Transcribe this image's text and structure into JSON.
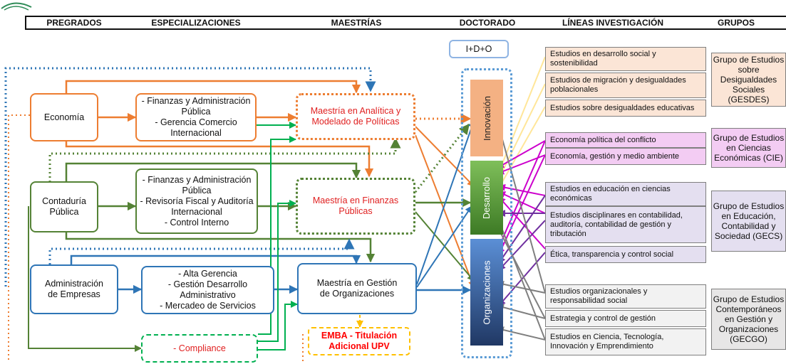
{
  "headers": {
    "pregrados": "PREGRADOS",
    "especializaciones": "ESPECIALIZACIONES",
    "maestrias": "MAESTRÍAS",
    "doctorado": "DOCTORADO",
    "lineas": "LÍNEAS INVESTIGACIÓN",
    "grupos": "GRUPOS"
  },
  "pregrados": {
    "economia": "Economía",
    "contaduria": "Contaduría\nPública",
    "administracion": "Administración\nde Empresas"
  },
  "especializaciones": {
    "economia": "- Finanzas y Administración\nPública\n- Gerencia Comercio\nInternacional",
    "contaduria": "- Finanzas y Administración\nPública\n- Revisoría Fiscal y Auditoría\nInternacional\n- Control Interno",
    "administracion": "- Alta Gerencia\n- Gestión Desarrollo\nAdministrativo\n- Mercadeo de Servicios",
    "compliance": "- Compliance"
  },
  "maestrias": {
    "analitica": "Maestría en Analítica y\nModelado de Políticas",
    "finanzas": "Maestría en Finanzas\nPúblicas",
    "gestion": "Maestría en Gestión\nde Organizaciones",
    "emba": "EMBA - Titulación\nAdicional UPV"
  },
  "doctorado": {
    "idi": "I+D+O",
    "innovacion": "Innovación",
    "desarrollo": "Desarrollo",
    "organizaciones": "Organizaciones"
  },
  "lineas": [
    "Estudios en desarrollo social y\nsostenibilidad",
    "Estudios de migración y desigualdades\npoblacionales",
    "Estudios sobre desigualdades educativas",
    "Economía política del conflicto",
    "Economía, gestión y medio ambiente",
    "Estudios en educación en ciencias\neconómicas",
    "Estudios disciplinares en contabilidad,\nauditoría, contabilidad de gestión y\ntributación",
    "Ética, transparencia y control social",
    "Estudios organizacionales y\nresponsabilidad social",
    "Estrategia y control de gestión",
    "Estudios en Ciencia, Tecnología,\nInnovación y Emprendimiento"
  ],
  "grupos": [
    "Grupo de Estudios\nsobre\nDesigualdades\nSociales (GESDES)",
    "Grupo de Estudios\nen Ciencias\nEconómicas (CIE)",
    "Grupo de Estudios\nen Educación,\nContabilidad y\nSociedad (GECS)",
    "Grupo de Estudios\nContemporáneos\nen Gestión y\nOrganizaciones\n(GECGO)"
  ],
  "colors": {
    "orange": "#ed7d31",
    "green": "#548235",
    "blue": "#2e75b6",
    "light_green": "#00b050",
    "yellow": "#ffc000",
    "innovacion_fill": "#f4b183",
    "desarrollo_fill": "#70ad47",
    "organizaciones_fill": "#4472c4",
    "lines_orange_fill": "#fbe5d6",
    "lines_magenta_fill": "#f3ccf3",
    "lines_purple_fill": "#e4dff0",
    "lines_gray_fill": "#f2f2f2",
    "title_red": "#e02020"
  }
}
